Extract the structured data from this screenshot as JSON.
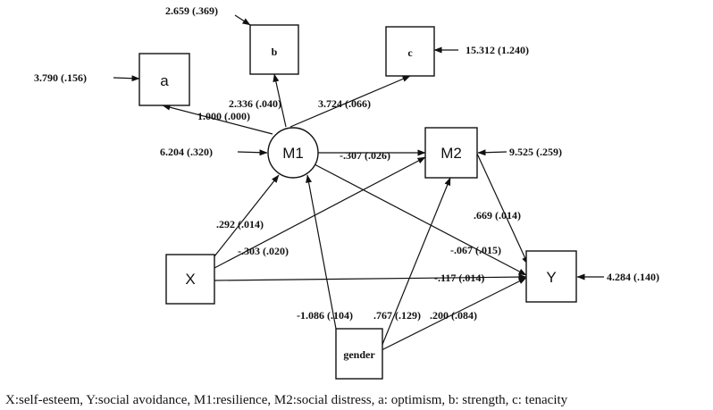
{
  "nodes": {
    "a": "a",
    "b": "b",
    "c": "c",
    "m1": "M1",
    "m2": "M2",
    "x": "X",
    "y": "Y",
    "gender": "gender"
  },
  "residuals": {
    "a": "3.790 (.156)",
    "b": "2.659 (.369)",
    "c": "15.312 (1.240)",
    "m1": "6.204 (.320)",
    "m2": "9.525 (.259)",
    "y": "4.284 (.140)"
  },
  "paths": {
    "m1_a": "1.000 (.000)",
    "m1_b": "2.336 (.040)",
    "m1_c": "3.724 (.066)",
    "m1_m2": "-.307 (.026)",
    "x_m1": ".292 (.014)",
    "x_m2": "-.303 (.020)",
    "m1_y": "-.067 (.015)",
    "m2_y": ".669 (.014)",
    "x_y": "-.117 (.014)",
    "gender_m1": "-1.086 (.104)",
    "gender_m2": ".767 (.129)",
    "gender_y": ".200 (.084)"
  },
  "caption": "X:self-esteem, Y:social avoidance, M1:resilience, M2:social distress, a: optimism, b: strength, c: tenacity"
}
